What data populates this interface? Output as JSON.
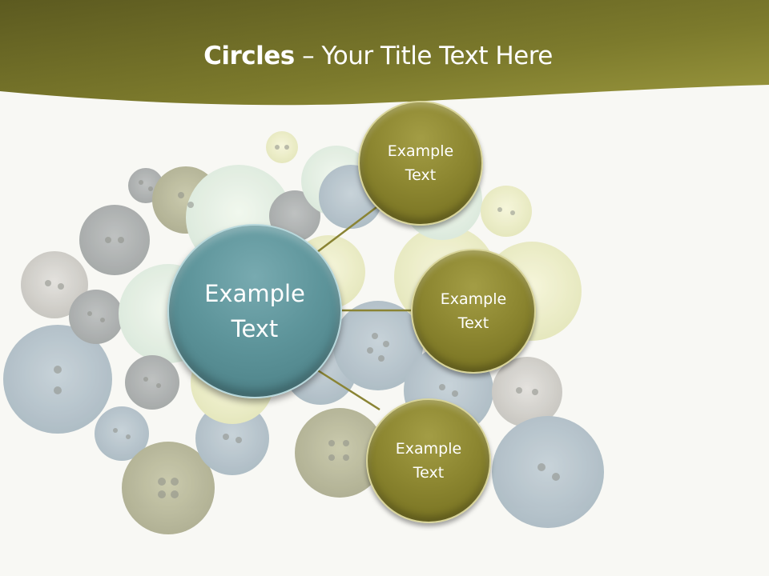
{
  "slide": {
    "title_bold": "Circles",
    "title_rest": " – Your Title Text Here",
    "colors": {
      "header_dark": "#5c5a20",
      "header_light": "#969338",
      "background": "#f8f8f4",
      "node_olive": "#8d8731",
      "node_teal": "#5e959b",
      "connector": "#8a8434"
    }
  },
  "diagram": {
    "center": {
      "line1": "Example",
      "line2": "Text"
    },
    "satellites": [
      {
        "line1": "Example",
        "line2": "Text"
      },
      {
        "line1": "Example",
        "line2": "Text"
      },
      {
        "line1": "Example",
        "line2": "Text"
      }
    ]
  }
}
